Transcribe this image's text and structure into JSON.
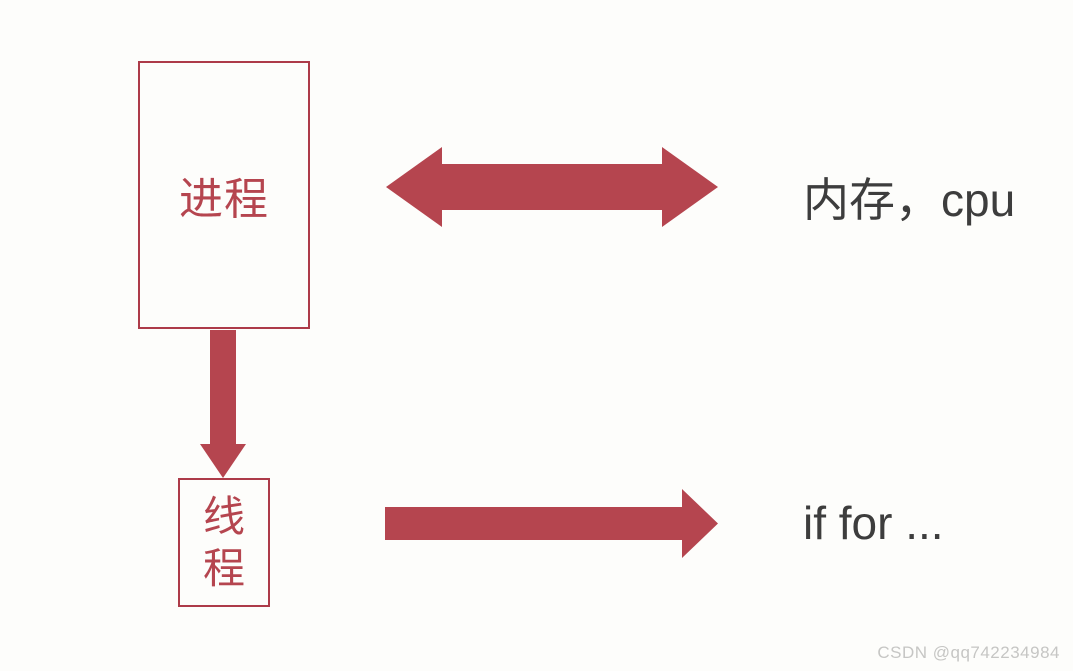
{
  "diagram": {
    "colors": {
      "background": "#fdfdfb",
      "box_border": "#ad3b49",
      "box_text": "#b5454f",
      "arrow_fill": "#b5454f",
      "label_text": "#3d3d3d"
    },
    "process_box": {
      "label": "进程"
    },
    "thread_box": {
      "label": "线程"
    },
    "labels": {
      "memory_cpu": "内存，cpu",
      "if_for": "if for ..."
    },
    "icons": {
      "double_arrow": "double-headed-horizontal-arrow",
      "down_arrow": "downward-arrow",
      "right_arrow": "rightward-arrow"
    }
  },
  "watermark": {
    "text": "CSDN @qq742234984",
    "color": "#c6c6c4"
  }
}
